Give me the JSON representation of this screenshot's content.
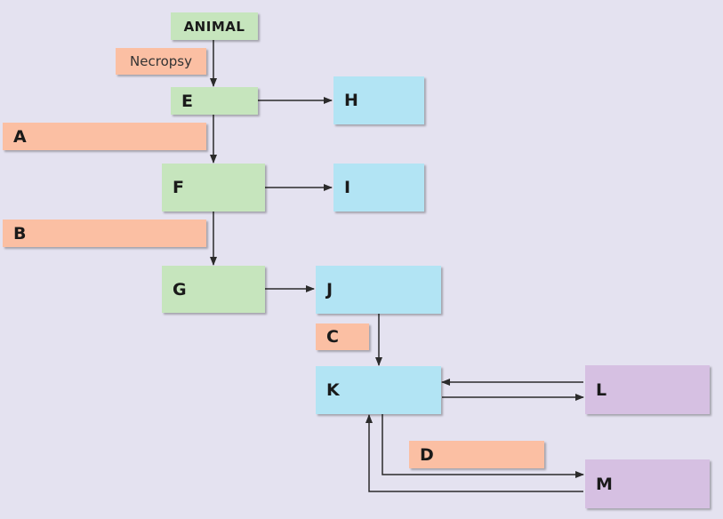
{
  "nodes": {
    "animal": "ANIMAL",
    "necropsy": "Necropsy",
    "e": "E",
    "f": "F",
    "g": "G",
    "h": "H",
    "i": "I",
    "j": "J",
    "k": "K",
    "l": "L",
    "m": "M",
    "a": "A",
    "b": "B",
    "c": "C",
    "d": "D"
  },
  "colors": {
    "background": "#e4e2f0",
    "green": "#c6e5bd",
    "blue": "#b2e4f4",
    "purple": "#d6c0e2",
    "salmon": "#fbbfa3",
    "arrow": "#2b2b2b"
  }
}
